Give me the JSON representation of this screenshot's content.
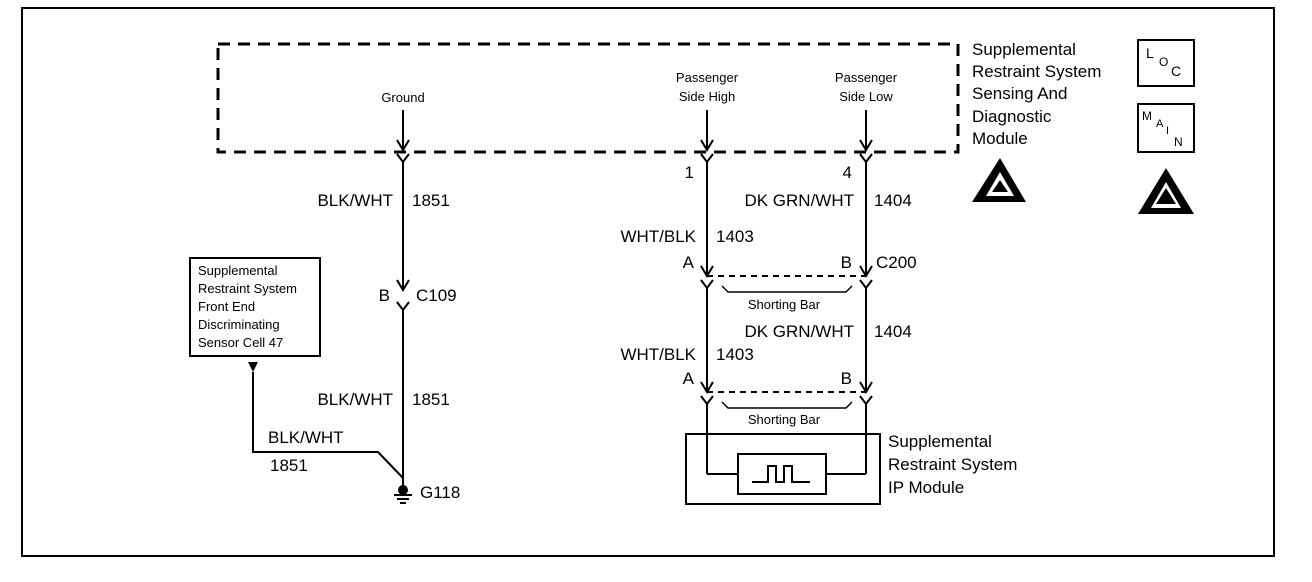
{
  "module_sdm": {
    "title_lines": [
      "Supplemental",
      "Restraint System",
      "Sensing And",
      "Diagnostic",
      "Module"
    ],
    "pin_ground": "Ground",
    "pin_high": [
      "Passenger",
      "Side High"
    ],
    "pin_low": [
      "Passenger",
      "Side Low"
    ],
    "pin_high_num": "1",
    "pin_low_num": "4"
  },
  "icons": {
    "loc": [
      "L",
      "O",
      "C"
    ],
    "main": [
      "M",
      "A",
      "I",
      "N"
    ]
  },
  "left_circuit": {
    "wire_top": {
      "color": "BLK/WHT",
      "circuit": "1851"
    },
    "connector": {
      "pin": "B",
      "name": "C109"
    },
    "wire_bottom": {
      "color": "BLK/WHT",
      "circuit": "1851"
    },
    "ground": "G118",
    "sensor_lines": [
      "Supplemental",
      "Restraint System",
      "Front End",
      "Discriminating",
      "Sensor Cell 47"
    ],
    "sensor_wire": {
      "color": "BLK/WHT",
      "circuit": "1851"
    }
  },
  "right_circuit": {
    "wire_green_1": {
      "color": "DK GRN/WHT",
      "circuit": "1404"
    },
    "wire_white_1": {
      "color": "WHT/BLK",
      "circuit": "1403"
    },
    "connector_1": {
      "pin_a": "A",
      "pin_b": "B",
      "name": "C200"
    },
    "shorting_bar_1": "Shorting Bar",
    "wire_green_2": {
      "color": "DK GRN/WHT",
      "circuit": "1404"
    },
    "wire_white_2": {
      "color": "WHT/BLK",
      "circuit": "1403"
    },
    "connector_2": {
      "pin_a": "A",
      "pin_b": "B"
    },
    "shorting_bar_2": "Shorting Bar",
    "ip_module_lines": [
      "Supplemental",
      "Restraint System",
      "IP Module"
    ]
  }
}
